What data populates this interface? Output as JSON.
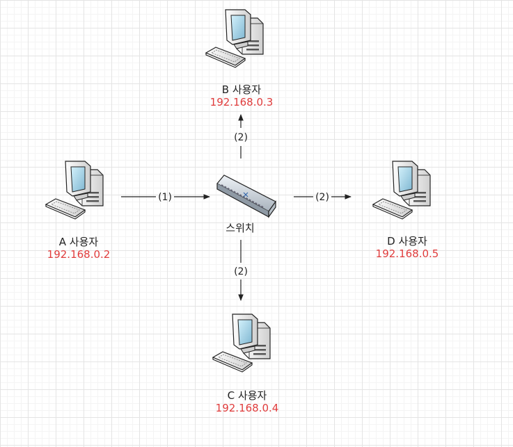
{
  "colors": {
    "ip": "#e03c3c",
    "line": "#222222"
  },
  "switch": {
    "label": "스위치"
  },
  "users": {
    "a": {
      "label": "A 사용자",
      "ip": "192.168.0.2"
    },
    "b": {
      "label": "B 사용자",
      "ip": "192.168.0.3"
    },
    "c": {
      "label": "C 사용자",
      "ip": "192.168.0.4"
    },
    "d": {
      "label": "D 사용자",
      "ip": "192.168.0.5"
    }
  },
  "links": {
    "a_to_switch": "(1)",
    "switch_to_b": "(2)",
    "switch_to_c": "(2)",
    "switch_to_d": "(2)"
  }
}
